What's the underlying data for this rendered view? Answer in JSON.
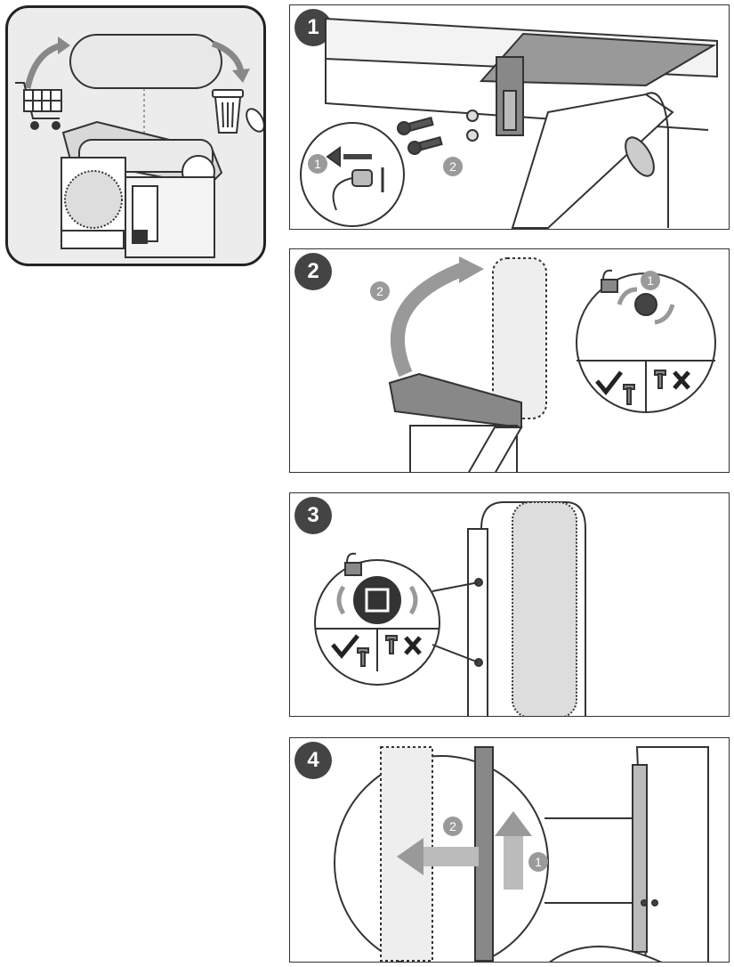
{
  "overview": {
    "icons": [
      "shopping-cart-icon",
      "trash-bin-icon",
      "belt-icon"
    ]
  },
  "steps": [
    {
      "number": "1",
      "callouts": [
        "1",
        "2"
      ]
    },
    {
      "number": "2",
      "callouts": [
        "2",
        "1"
      ]
    },
    {
      "number": "3",
      "callouts": []
    },
    {
      "number": "4",
      "callouts": [
        "2",
        "1"
      ]
    }
  ],
  "colors": {
    "badge": "#444444",
    "callout": "#9a9a9a",
    "line": "#333333",
    "sanding_belt": "#e6e6e6",
    "overview_bg": "#ececec"
  }
}
